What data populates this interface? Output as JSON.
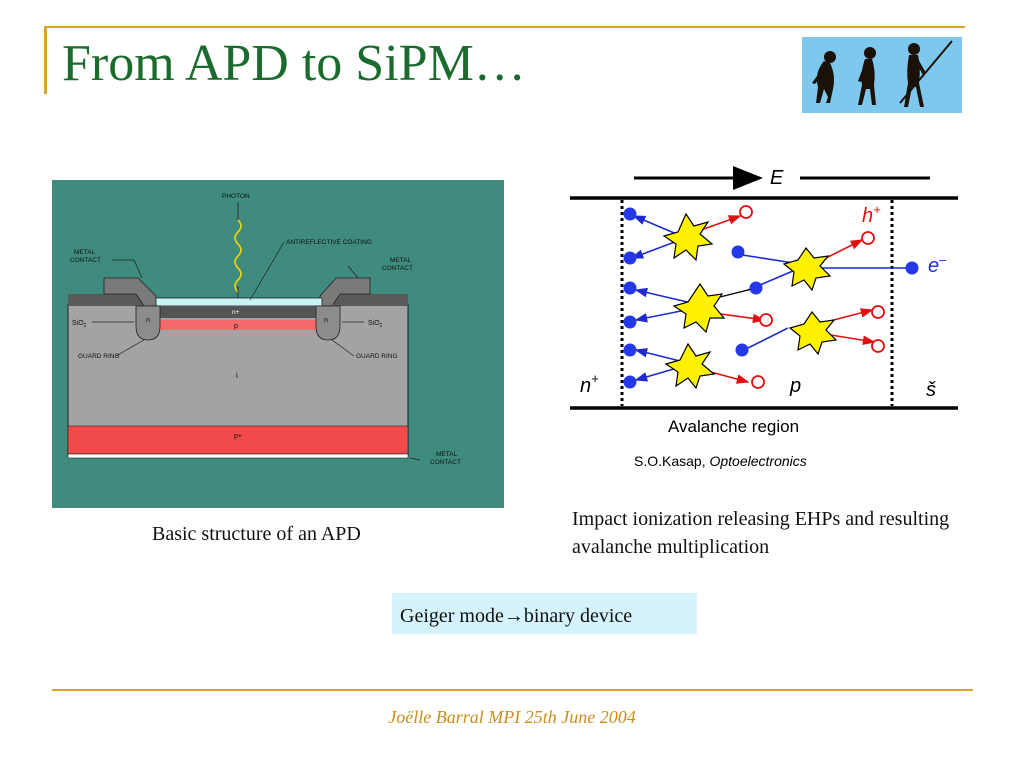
{
  "slide": {
    "title": "From APD to SiPM…",
    "footer": "Joëlle Barral MPI 25th June 2004"
  },
  "apd_figure": {
    "labels": {
      "photon": "PHOTON",
      "anti": "ANTIREFLECTIVE COATING",
      "metal_contact_line1": "METAL",
      "metal_contact_line2": "CONTACT",
      "sio2": "SiO",
      "sio2_sub": "2",
      "n": "n",
      "n_plus": "n+",
      "p": "p",
      "i": "i",
      "p_plus": "p+",
      "guard_ring": "GUARD RING"
    },
    "caption": "Basic structure of an APD"
  },
  "avalanche_figure": {
    "e_field": "E",
    "h_plus": "h",
    "h_plus_sup": "+",
    "e_minus": "e",
    "e_minus_sup": "–",
    "n_plus": "n",
    "n_plus_sup": "+",
    "p": "p",
    "s": "š",
    "region": "Avalanche region",
    "credit_author": "S.O.Kasap, ",
    "credit_title": "Optoelectronics",
    "caption": "Impact ionization releasing EHPs and resulting avalanche multiplication"
  },
  "callout": {
    "text": "Geiger mode→binary device"
  }
}
